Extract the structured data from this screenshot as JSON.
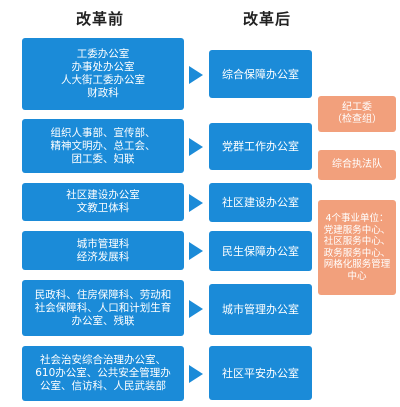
{
  "headers": {
    "before": "改革前",
    "after": "改革后"
  },
  "rows": [
    {
      "before": "工委办公室\n办事处办公室\n人大街工委办公室\n财政科",
      "after": "综合保障办公室"
    },
    {
      "before": "组织人事部、宣传部、\n精神文明办、总工会、\n团工委、妇联",
      "after": "党群工作办公室"
    },
    {
      "before": "社区建设办公室\n文教卫体科",
      "after": "社区建设办公室"
    },
    {
      "before": "城市管理科\n经济发展科",
      "after": "民生保障办公室"
    },
    {
      "before": "民政科、住房保障科、劳动和\n社会保障科、人口和计划生育\n办公室、残联",
      "after": "城市管理办公室"
    },
    {
      "before": "社会治安综合治理办公室、\n610办公室、公共安全管理办\n公室、信访科、人民武装部",
      "after": "社区平安办公室"
    }
  ],
  "side_units": [
    "纪工委\n（检查组）",
    "综合执法队",
    "4个事业单位：\n党建服务中心、\n社区服务中心、\n政务服务中心、\n网格化服务管理\n中心"
  ],
  "colors": {
    "blue": "#1b8bd8",
    "orange": "#f2a07c"
  }
}
